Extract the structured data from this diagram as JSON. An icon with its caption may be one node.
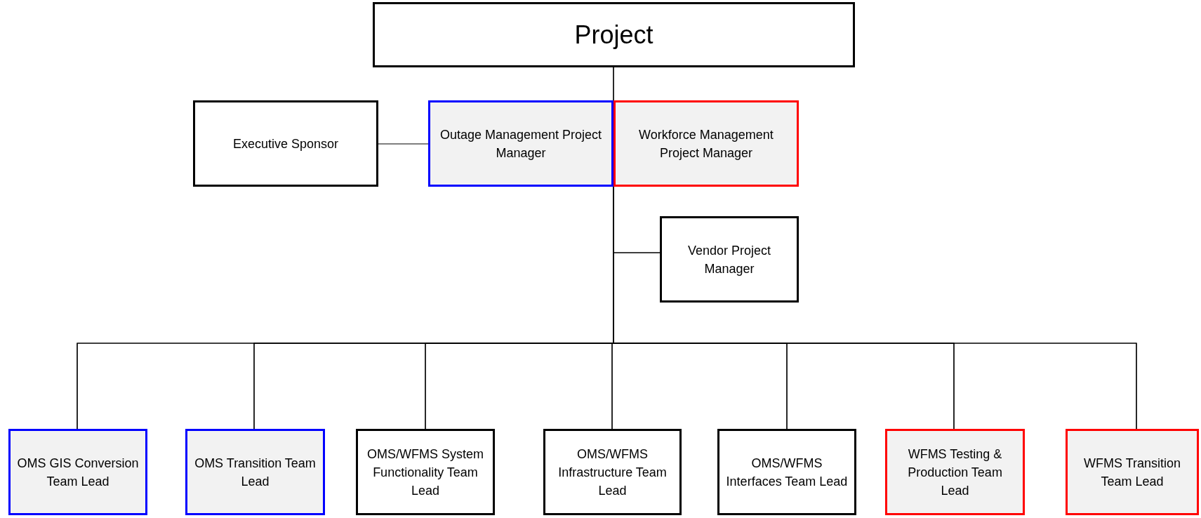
{
  "diagram": {
    "nodes": [
      {
        "text": [
          "Project"
        ]
      },
      {
        "text": [
          "Executive Sponsor"
        ]
      },
      {
        "text": [
          "Outage Management Project Manager"
        ]
      },
      {
        "text": [
          "Workforce Management Project Manager"
        ]
      },
      {
        "text": [
          "Vendor Project Manager"
        ]
      },
      {
        "text": [
          "OMS GIS Conversion Team Lead"
        ]
      },
      {
        "text": [
          "OMS Transition Team Lead"
        ]
      },
      {
        "text": [
          "OMS/WFMS System Functionality Team Lead"
        ]
      },
      {
        "text": [
          "OMS/WFMS Infrastructure Team Lead"
        ]
      },
      {
        "text": [
          "OMS/WFMS Interfaces Team Lead"
        ]
      },
      {
        "text": [
          "WFMS Testing & Production Team Lead"
        ]
      },
      {
        "text": [
          "WFMS Transition Team Lead"
        ]
      }
    ],
    "edges": [
      {
        "from": 0,
        "to": 2,
        "arrow": "none"
      },
      {
        "from": 0,
        "to": 3,
        "arrow": "none"
      },
      {
        "from": 1,
        "to": 2,
        "arrow": "none"
      },
      {
        "from": 2,
        "to": 4,
        "arrow": "none"
      },
      {
        "from": 3,
        "to": 4,
        "arrow": "none"
      },
      {
        "from": 2,
        "to": 5,
        "arrow": "none"
      },
      {
        "from": 3,
        "to": 5,
        "arrow": "none"
      },
      {
        "from": 2,
        "to": 6,
        "arrow": "none"
      },
      {
        "from": 3,
        "to": 6,
        "arrow": "none"
      },
      {
        "from": 2,
        "to": 7,
        "arrow": "none"
      },
      {
        "from": 3,
        "to": 7,
        "arrow": "none"
      },
      {
        "from": 2,
        "to": 8,
        "arrow": "none"
      },
      {
        "from": 3,
        "to": 8,
        "arrow": "none"
      },
      {
        "from": 2,
        "to": 9,
        "arrow": "none"
      },
      {
        "from": 3,
        "to": 9,
        "arrow": "none"
      },
      {
        "from": 2,
        "to": 10,
        "arrow": "none"
      },
      {
        "from": 3,
        "to": 10,
        "arrow": "none"
      },
      {
        "from": 2,
        "to": 11,
        "arrow": "none"
      },
      {
        "from": 3,
        "to": 11,
        "arrow": "none"
      }
    ]
  }
}
